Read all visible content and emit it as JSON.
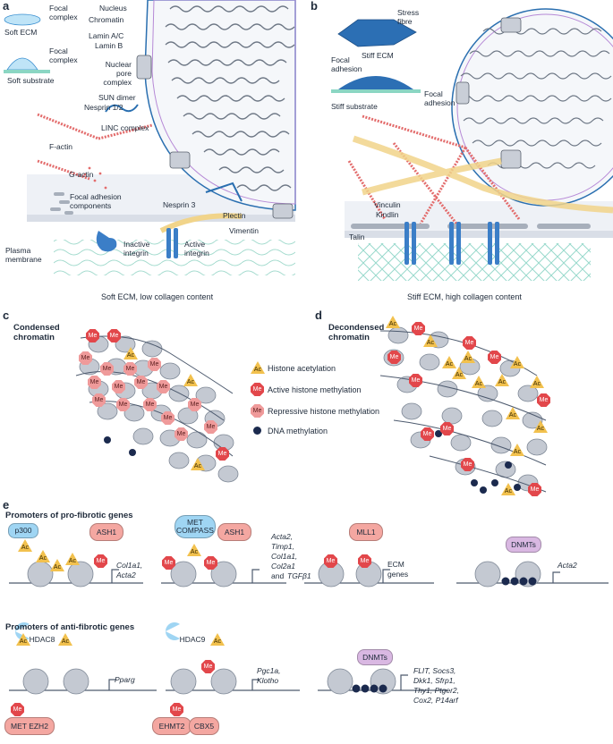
{
  "panels": {
    "a": "a",
    "b": "b",
    "c": "c",
    "d": "d",
    "e": "e"
  },
  "panel_a": {
    "soft_ecm": "Soft ECM",
    "focal_complex_1": "Focal complex",
    "focal_complex_2": "Focal complex",
    "soft_substrate": "Soft substrate",
    "nucleus": "Nucleus",
    "chromatin": "Chromatin",
    "lamin_ac": "Lamin A/C",
    "lamin_b": "Lamin B",
    "npc": "Nuclear pore complex",
    "sun_dimer": "SUN dimer",
    "nesprin12": "Nesprin 1/2",
    "linc": "LINC complex",
    "factin": "F-actin",
    "gactin": "G-actin",
    "fac": "Focal adhesion components",
    "nesprin3": "Nesprin 3",
    "plectin": "Plectin",
    "vimentin": "Vimentin",
    "plasma_membrane": "Plasma membrane",
    "inactive_integrin": "Inactive integrin",
    "active_integrin": "Active integrin",
    "caption": "Soft ECM, low collagen content"
  },
  "panel_b": {
    "stress_fibre": "Stress fibre",
    "stiff_ecm": "Stiff ECM",
    "focal_adhesion_1": "Focal adhesion",
    "stiff_substrate": "Stiff substrate",
    "focal_adhesion_2": "Focal adhesion",
    "vinculin": "Vinculin",
    "kindlin": "Kindlin",
    "talin": "Talin",
    "caption": "Stiff ECM, high collagen content"
  },
  "panel_c": {
    "title": "Condensed chromatin"
  },
  "panel_d": {
    "title": "Decondensed chromatin"
  },
  "legend": {
    "ac_mark": "Ac",
    "me_mark": "Me",
    "histone_acetylation": "Histone acetylation",
    "active_methylation": "Active histone methylation",
    "repressive_methylation": "Repressive histone methylation",
    "dna_methylation": "DNA methylation"
  },
  "panel_e": {
    "pro_title": "Promoters of pro-fibrotic genes",
    "anti_title": "Promoters of anti-fibrotic genes",
    "p300": "p300",
    "ash1_a": "ASH1",
    "met_compass": "MET COMPASS",
    "ash1_b": "ASH1",
    "mll1": "MLL1",
    "dnmts_a": "DNMTs",
    "hdac8": "HDAC8",
    "hdac9": "HDAC9",
    "dnmts_b": "DNMTs",
    "met_ezh2": "MET EZH2",
    "ehmt2": "EHMT2",
    "cbx5": "CBX5",
    "genes_1a": "Col1a1,",
    "genes_1b": "Acta2",
    "genes_2a": "Acta2,",
    "genes_2b": "Timp1,",
    "genes_2c": "Col1a1,",
    "genes_2d": "Col2a1",
    "genes_2e": "and",
    "genes_2f": "TGFβ1",
    "genes_3a": "ECM",
    "genes_3b": "genes",
    "genes_4": "Acta2",
    "genes_5": "Pparg",
    "genes_6a": "Pgc1a,",
    "genes_6b": "Klotho",
    "genes_7a": "FLIT, Socs3,",
    "genes_7b": "Dkk1, Sfrp1,",
    "genes_7c": "Thy1, Ptger2,",
    "genes_7d": "Cox2, P14arf"
  },
  "colors": {
    "ac": "#f2c14e",
    "me_active": "#e2474b",
    "me_repressive": "#ef9a9a",
    "dna": "#1b2a4e",
    "hdac": "#9fd5f3",
    "dnmt": "#d9b8e2",
    "nucleosome": "#c4c9d2"
  }
}
